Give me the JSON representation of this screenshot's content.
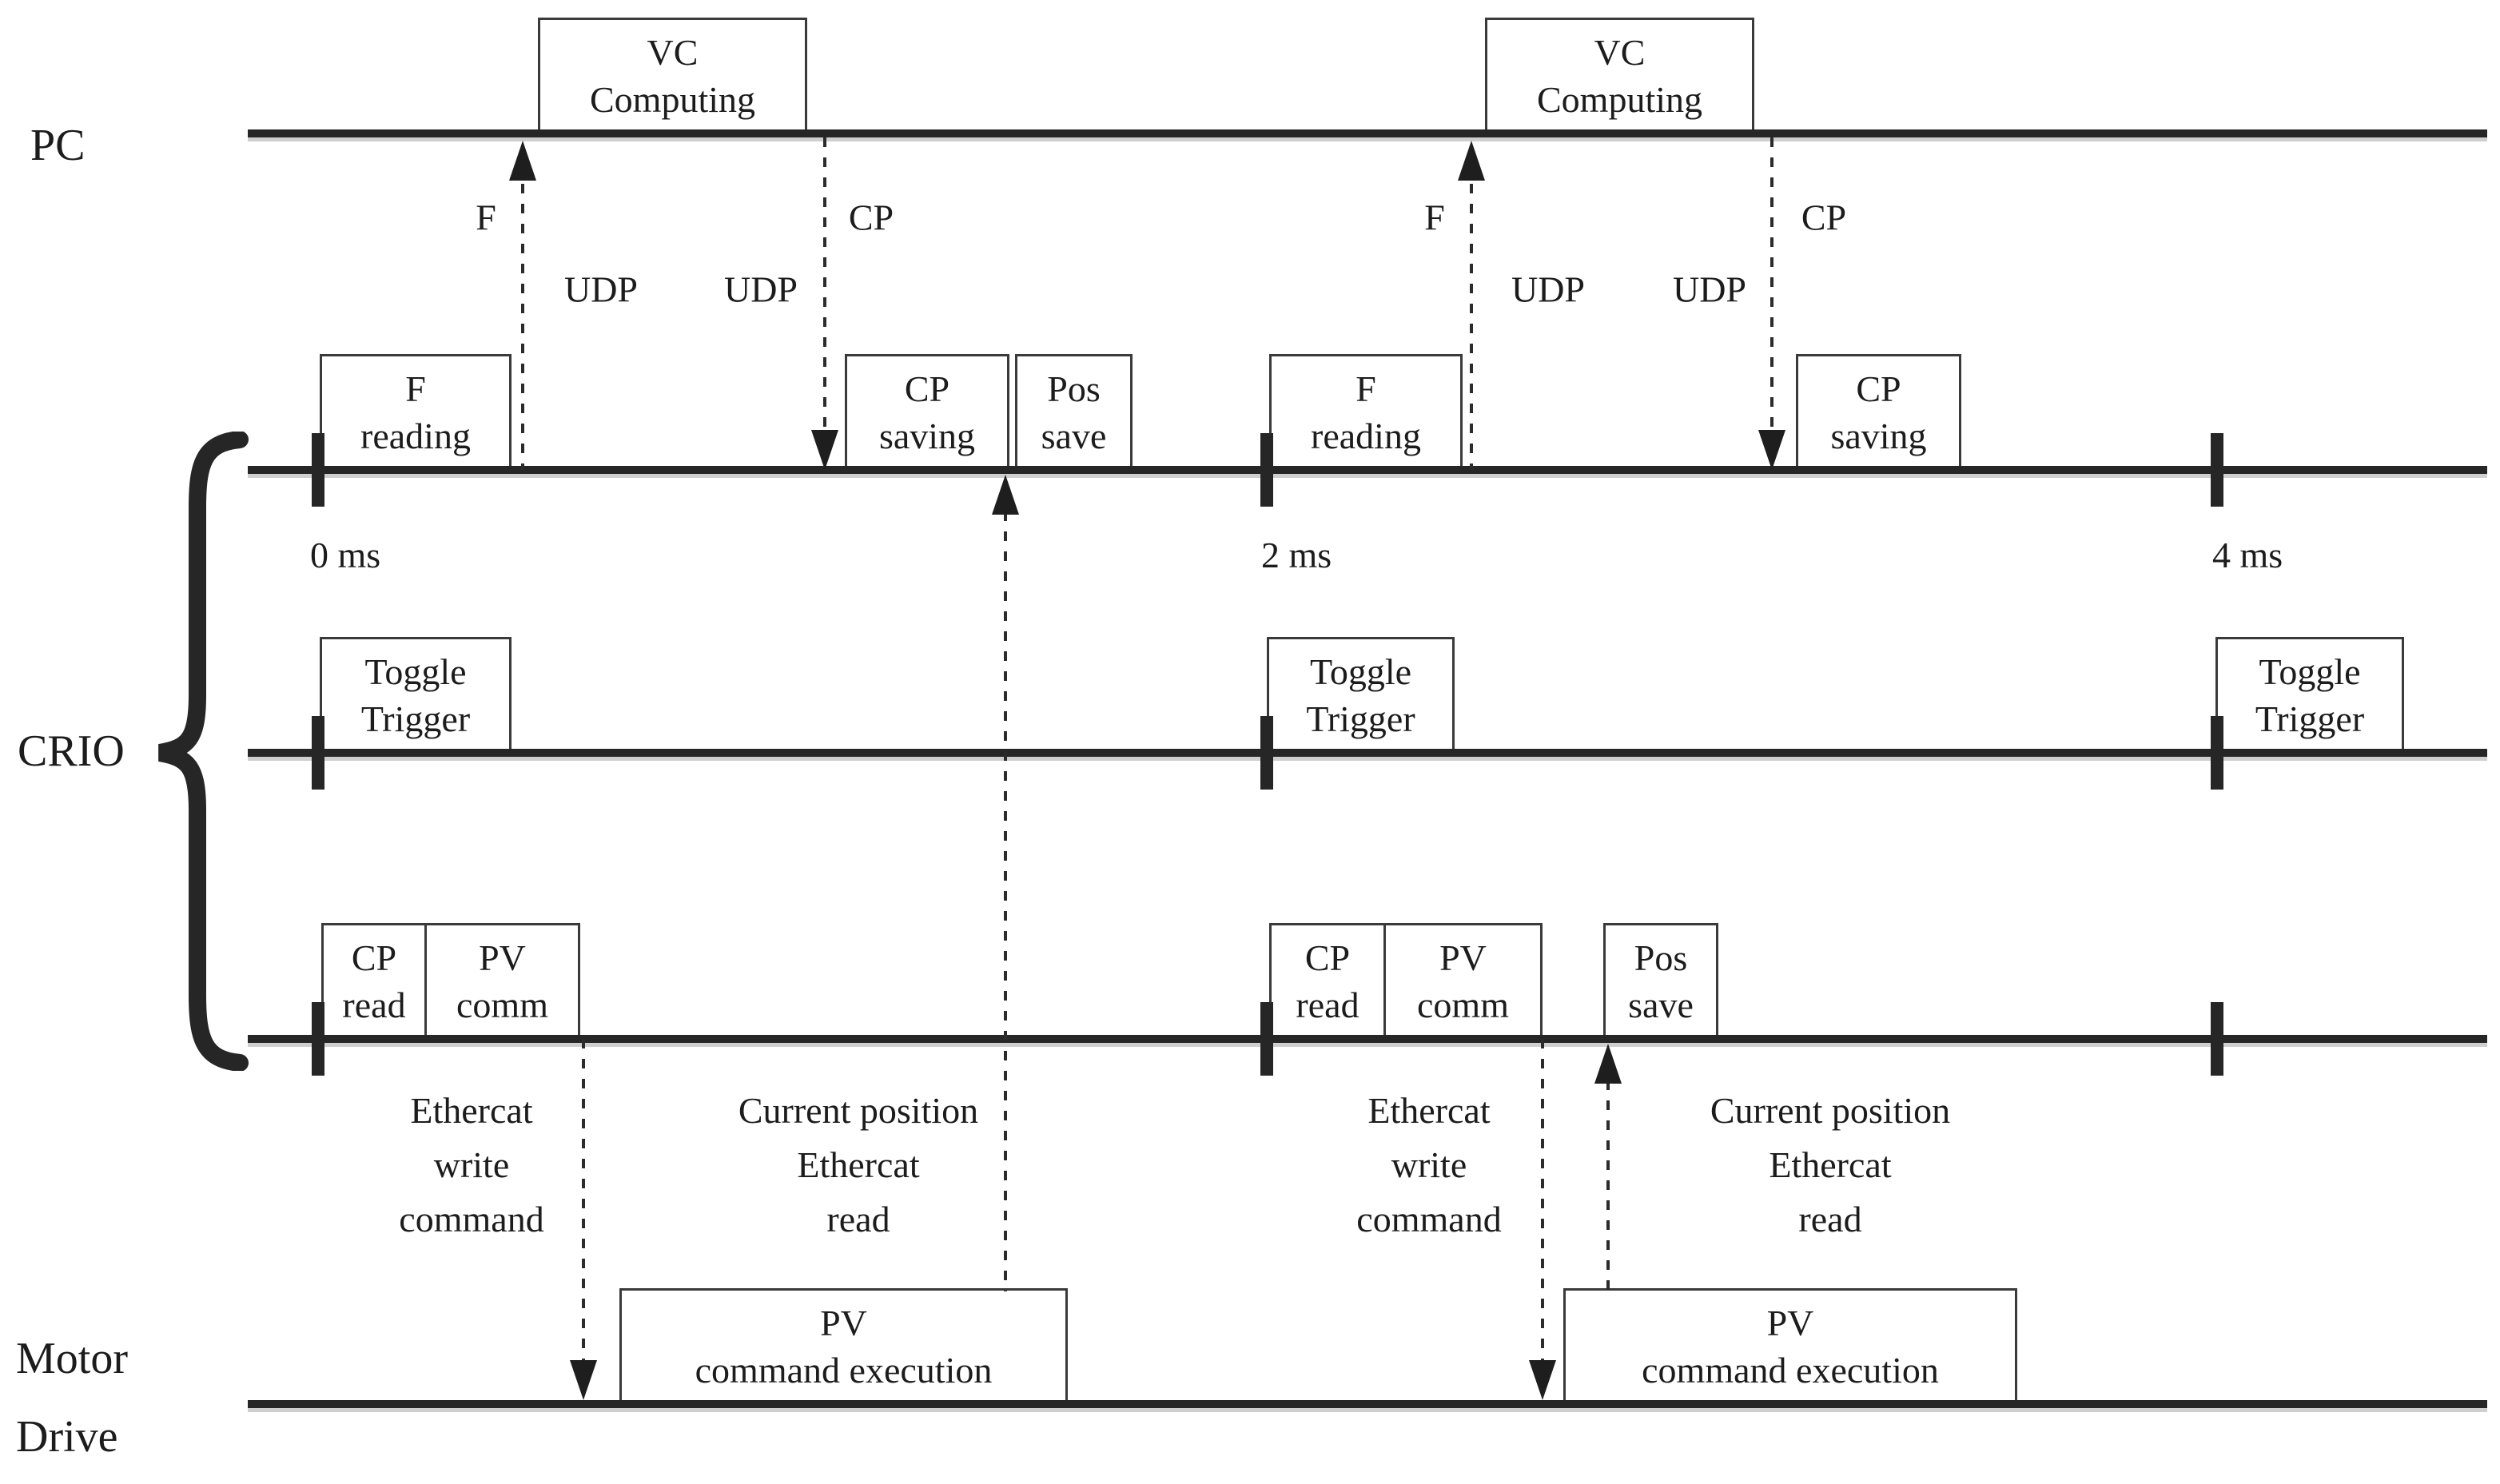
{
  "figure": {
    "background": "#ffffff",
    "ink": "#262626",
    "description": "Timing diagram of PC / CRIO / Motor Drive communication over one 4 ms window (2 ms cycles)"
  },
  "lanes": {
    "pc": "PC",
    "crio": "CRIO",
    "motor_line1": "Motor",
    "motor_line2": "Drive"
  },
  "time_labels": {
    "t0": "0 ms",
    "t2": "2 ms",
    "t4": "4 ms"
  },
  "boxes": {
    "vc_computing": {
      "line1": "VC",
      "line2": "Computing"
    },
    "f_reading": {
      "line1": "F",
      "line2": "reading"
    },
    "cp_saving": {
      "line1": "CP",
      "line2": "saving"
    },
    "pos_save": {
      "line1": "Pos",
      "line2": "save"
    },
    "toggle_trigger": {
      "line1": "Toggle",
      "line2": "Trigger"
    },
    "cp_read": {
      "line1": "CP",
      "line2": "read"
    },
    "pv_comm": {
      "line1": "PV",
      "line2": "comm"
    },
    "pv_command_execution": {
      "line1": "PV",
      "line2": "command execution"
    }
  },
  "signal_labels": {
    "f": "F",
    "cp": "CP",
    "udp": "UDP"
  },
  "annotations": {
    "ethercat_write": {
      "line1": "Ethercat",
      "line2": "write",
      "line3": "command"
    },
    "current_position_read": {
      "line1": "Current position",
      "line2": "Ethercat",
      "line3": "read"
    }
  }
}
